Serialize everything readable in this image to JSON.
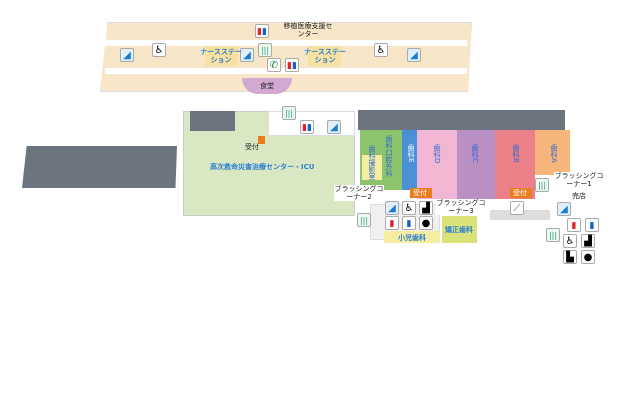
{
  "upper_floor": {
    "transplant_center": "移植医療支援センター",
    "nurse_station_1": "ナースステーション",
    "nurse_station_2": "ナースステーション",
    "dining": "食堂"
  },
  "lower_floor": {
    "reception_icu": "受付",
    "icu": "高次救命災害治療センター・ICU",
    "oral_surgery": "歯科口腔外科",
    "imaging": "歯科撮影室",
    "dept_e": "歯科E",
    "dept_d": "歯科D",
    "dept_c": "歯科C",
    "dept_b": "歯科B",
    "dept_a": "歯科A",
    "brushing_1": "ブラッシングコーナー1",
    "brushing_2": "ブラッシングコーナー2",
    "brushing_3": "ブラッシングコーナー3",
    "shop": "売店",
    "reception_1": "受付",
    "reception_2": "受付",
    "pediatric": "小児歯科",
    "ortho": "矯正歯科"
  },
  "icons": {
    "stairs": "stairs-icon",
    "elevator": "elevator-icon",
    "restroom": "restroom-icon",
    "accessible": "wheelchair-icon",
    "phone": "phone-icon",
    "nursing": "nursing-room-icon",
    "escalator": "escalator-icon"
  },
  "colors": {
    "corridor": "#f7e6c8",
    "icu": "#d9e8c2",
    "oral": "#8cc46e",
    "e": "#4a90d6",
    "d": "#f1b6d4",
    "c": "#b98fc4",
    "b": "#ec8088",
    "a": "#f6b57a",
    "gray": "#6c7480",
    "reception": "#ea7d1e"
  }
}
